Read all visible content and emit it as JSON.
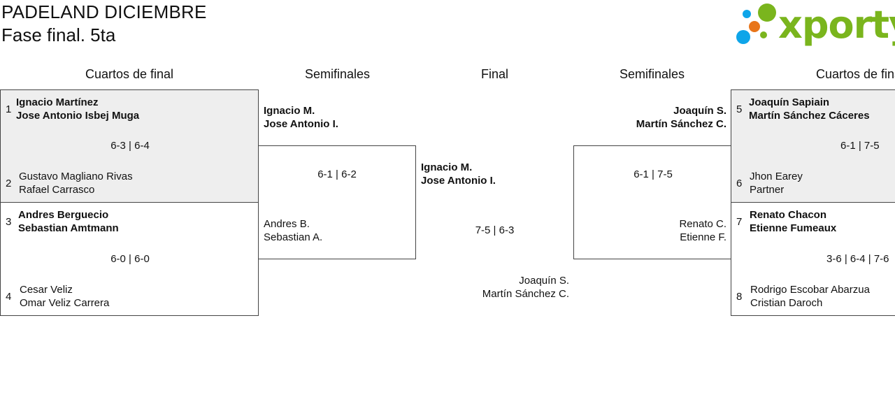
{
  "header": {
    "title": "PADELAND DICIEMBRE",
    "subtitle": "Fase final. 5ta",
    "logo_text": "xporty",
    "logo_colors": {
      "green": "#7ab51d",
      "blue": "#0ea5e9",
      "orange": "#e8751a"
    }
  },
  "rounds": {
    "qf_left": "Cuartos de final",
    "sf_left": "Semifinales",
    "final": "Final",
    "sf_right": "Semifinales",
    "qf_right": "Cuartos de final"
  },
  "qf_left": {
    "m1": {
      "seed_a": "1",
      "a1": "Ignacio Martínez",
      "a2": "Jose Antonio Isbej Muga",
      "score": "6-3 | 6-4",
      "seed_b": "2",
      "b1": "Gustavo Magliano Rivas",
      "b2": "Rafael Carrasco"
    },
    "m2": {
      "seed_a": "3",
      "a1": "Andres Berguecio",
      "a2": "Sebastian Amtmann",
      "score": "6-0 | 6-0",
      "seed_b": "4",
      "b1": "Cesar Veliz",
      "b2": "Omar Veliz Carrera"
    }
  },
  "qf_right": {
    "m1": {
      "seed_a": "5",
      "a1": "Joaquín Sapiain",
      "a2": "Martín Sánchez Cáceres",
      "score": "6-1 | 7-5",
      "seed_b": "6",
      "b1": "Jhon Earey",
      "b2": "Partner"
    },
    "m2": {
      "seed_a": "7",
      "a1": "Renato Chacon",
      "a2": "Etienne Fumeaux",
      "score": "3-6 | 6-4 | 7-6",
      "seed_b": "8",
      "b1": "Rodrigo Escobar Abarzua",
      "b2": "Cristian Daroch"
    }
  },
  "sf_left": {
    "a1": "Ignacio M.",
    "a2": "Jose Antonio I.",
    "score": "6-1 | 6-2",
    "b1": "Andres B.",
    "b2": "Sebastian A."
  },
  "sf_right": {
    "a1": "Joaquín S.",
    "a2": "Martín Sánchez C.",
    "score": "6-1 | 7-5",
    "b1": "Renato C.",
    "b2": "Etienne F."
  },
  "final": {
    "a1": "Ignacio M.",
    "a2": "Jose Antonio I.",
    "score": "7-5 | 6-3",
    "b1": "Joaquín S.",
    "b2": "Martín Sánchez C."
  }
}
